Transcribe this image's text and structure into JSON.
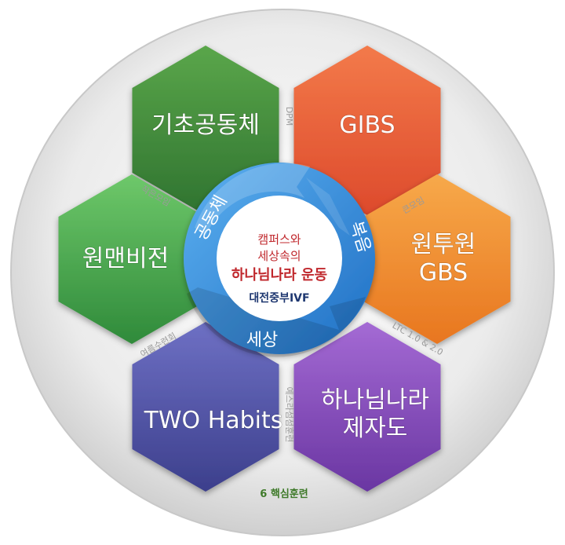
{
  "hexagons": [
    {
      "label": "기초공동체",
      "color_top": "#5aa64a",
      "color_bottom": "#2f7330"
    },
    {
      "label": "GIBS",
      "color_top": "#f37a4a",
      "color_bottom": "#dd4a2c"
    },
    {
      "label": "원투원\nGBS",
      "color_top": "#f7a94a",
      "color_bottom": "#e8761f"
    },
    {
      "label": "하나님나라\n제자도",
      "color_top": "#a46ad4",
      "color_bottom": "#6a36a2"
    },
    {
      "label": "TWO Habits",
      "color_top": "#6e70c4",
      "color_bottom": "#3c3f8c"
    },
    {
      "label": "원맨비전",
      "color_top": "#6ec86a",
      "color_bottom": "#2f8a3a"
    }
  ],
  "gap_labels": {
    "top": "DPM",
    "upper_right": "큰모임",
    "lower_right": "LTC 1.0 & 2.0",
    "bottom": "예스라섬섬훈련",
    "lower_left": "여름수련회",
    "upper_left": "작은모임"
  },
  "ring": {
    "segments": [
      "공동체",
      "복음",
      "세상"
    ],
    "color_light": "#5cb0f0",
    "color_dark": "#1f6fc4"
  },
  "center": {
    "line1": "캠퍼스와",
    "line2": "세상속의",
    "line3": "하나님나라 운동",
    "org": "대전중부IVF"
  },
  "footer": "6 핵심훈련"
}
